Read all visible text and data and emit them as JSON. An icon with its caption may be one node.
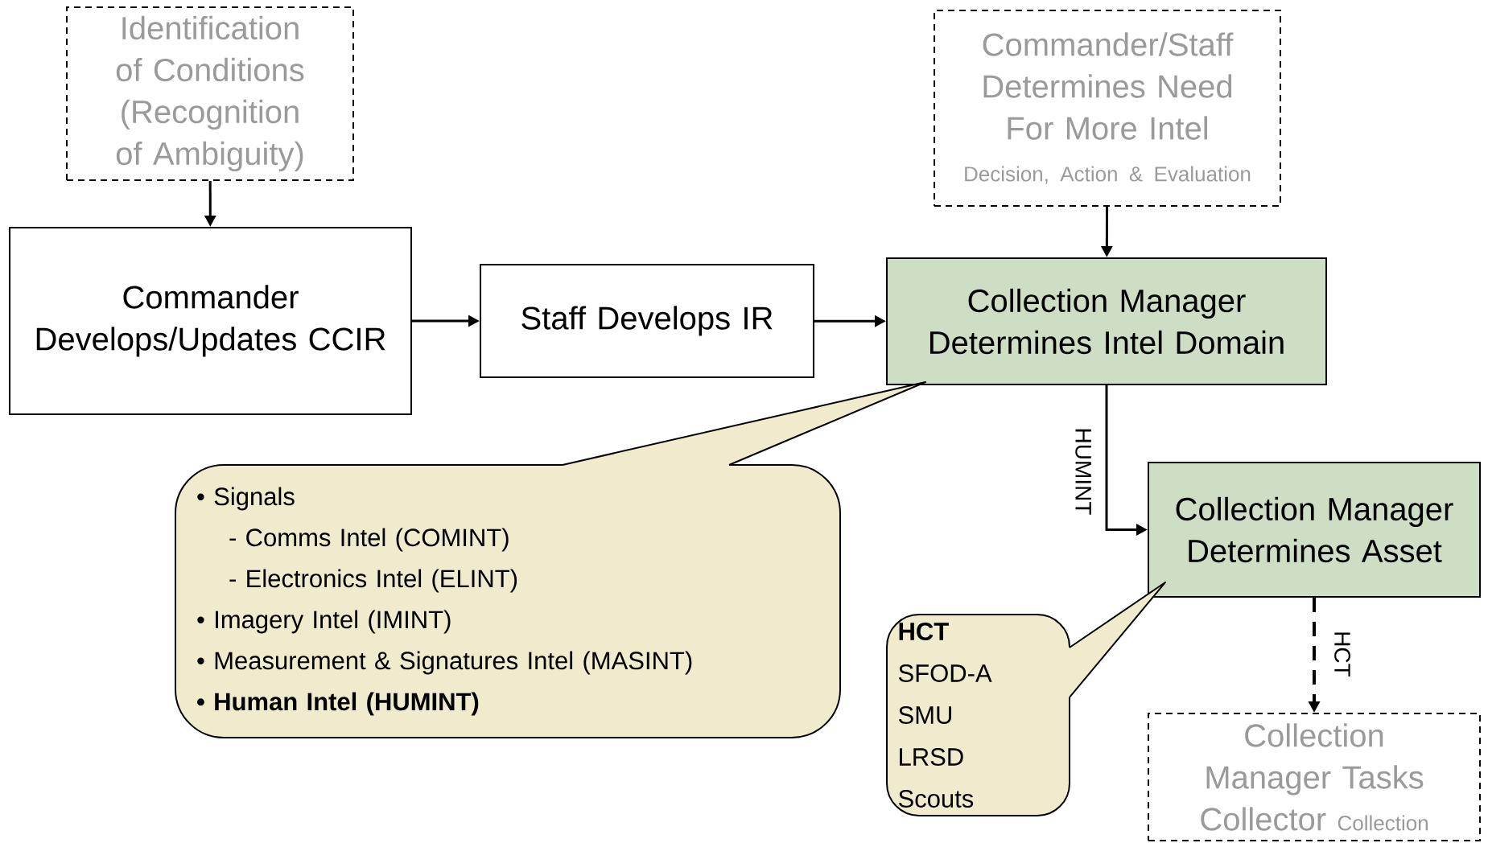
{
  "diagram": {
    "nodes": [
      {
        "text": [
          "Identification of Conditions (Recognition of Ambiguity)"
        ]
      },
      {
        "text": [
          "Commander Develops/Updates CCIR"
        ]
      },
      {
        "text": [
          "Staff Develops IR"
        ]
      },
      {
        "text": [
          "Commander/Staff Determines Need For More Intel",
          "Decision, Action & Evaluation"
        ]
      },
      {
        "text": [
          "Collection Manager Determines Intel Domain"
        ]
      },
      {
        "text": [
          "Collection Manager Determines Asset"
        ]
      },
      {
        "text": [
          "Collection Manager Tasks Collector",
          "Collection"
        ]
      },
      {
        "text": [
          "• Signals",
          "- Comms Intel (COMINT)",
          "- Electronics Intel (ELINT)",
          "•  Imagery Intel (IMINT)",
          "•  Measurement & Signatures Intel (MASINT)",
          "•  Human Intel (HUMINT)"
        ]
      },
      {
        "text": [
          "HCT",
          "SFOD-A",
          "SMU",
          "LRSD",
          "Scouts"
        ]
      }
    ],
    "edges": [
      {
        "from": 0,
        "to": 1,
        "arrow": "to"
      },
      {
        "from": 1,
        "to": 2,
        "arrow": "to"
      },
      {
        "from": 2,
        "to": 4,
        "arrow": "to"
      },
      {
        "from": 3,
        "to": 4,
        "arrow": "to"
      },
      {
        "from": 4,
        "to": 5,
        "arrow": "to",
        "label": "HUMINT"
      },
      {
        "from": 5,
        "to": 6,
        "arrow": "to",
        "label": "HCT",
        "style": "dashed"
      }
    ]
  }
}
